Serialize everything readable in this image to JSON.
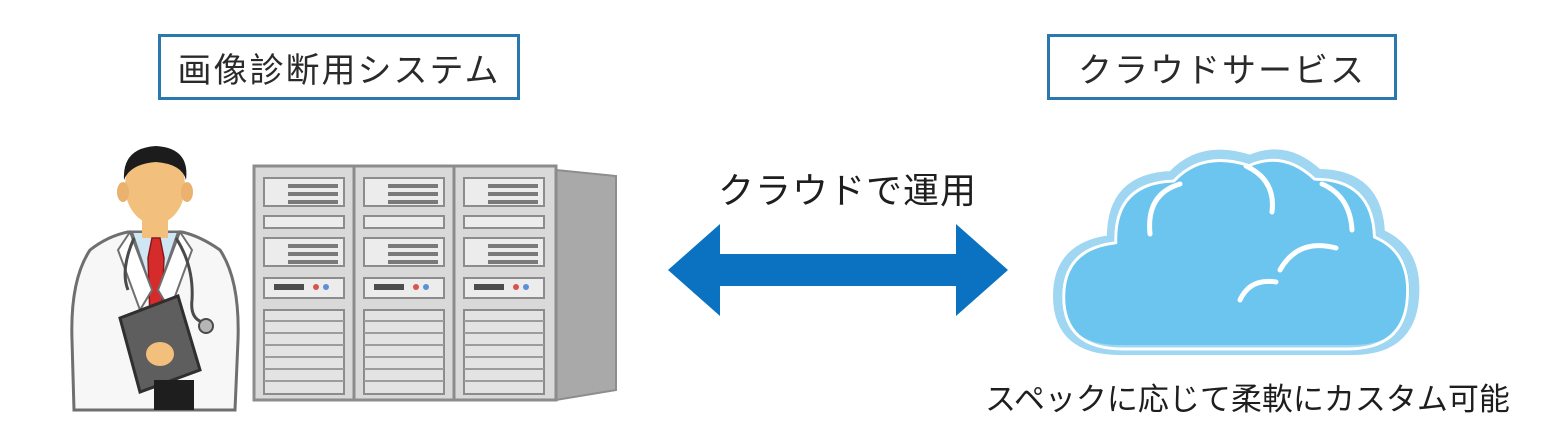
{
  "left_panel": {
    "label": "画像診断用システム"
  },
  "right_panel": {
    "label": "クラウドサービス"
  },
  "connection": {
    "label": "クラウドで運用"
  },
  "cloud_caption": "スペックに応じて柔軟にカスタム可能",
  "colors": {
    "border_blue": "#2a78ad",
    "arrow_blue": "#0a72c0",
    "cloud_fill": "#6cc5ee",
    "cloud_outline": "#9fd6f2",
    "server_gray": "#d4d4d4",
    "tie_red": "#d62b2b"
  }
}
